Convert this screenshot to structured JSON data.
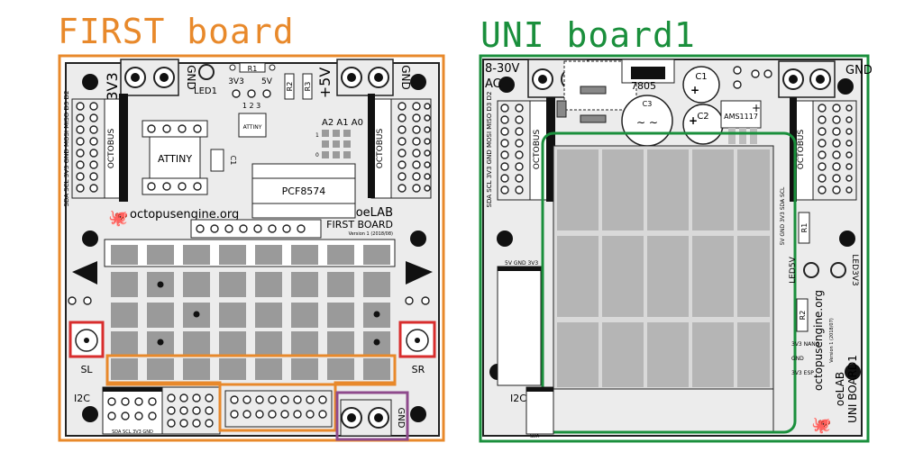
{
  "first": {
    "title": "FIRST board",
    "title_color": "#e8892b",
    "labels": {
      "v3v3": "3V3",
      "gnd_top": "GND",
      "led1": "LED1",
      "r1": "R1",
      "jp_3v3": "3V3",
      "jp_5v": "5V",
      "jp_nums": "1 2 3",
      "attiny_small": "ATTINY",
      "r2": "R2",
      "r3": "R3",
      "v5": "+5V",
      "gnd_right": "GND",
      "addr": "A2 A1 A0",
      "one": "1",
      "zero": "0",
      "octobus": "OCTOBUS",
      "attiny": "ATTINY",
      "c1": "C1",
      "chip": "PCF8574",
      "url": "octopusengine.org",
      "oelab": "oeLAB",
      "first_board": "FIRST BOARD",
      "version": "Version 1 (2018/08)",
      "sl": "SL",
      "sr": "SR",
      "i2c": "I2C",
      "gnd_bottom": "GND",
      "bottom_pins": "SDA SCL 3V3 GND",
      "left_pins": [
        "SDA",
        "SCL",
        "3V3",
        "GND",
        "MOSI",
        "MISO",
        "D3",
        "D2"
      ]
    }
  },
  "uni": {
    "title": "UNI board1",
    "title_color": "#1a8f3c",
    "labels": {
      "v830": "8-30V",
      "ac": "AC",
      "reg": "7805",
      "c1": "C1",
      "c2": "C2",
      "c3": "C3",
      "ams": "AMS1117",
      "gnd": "GND",
      "octobus": "OCTOBUS",
      "led5v": "LED5V",
      "led3v3": "LED3V3",
      "r1": "R1",
      "r2": "R2",
      "url": "octopusengine.org",
      "oelab": "oeLAB",
      "uni": "UNI BOARD1",
      "version": "Version 1 (2018/07)",
      "pwr_cols": "5V GND 3V3",
      "i2c": "I2C",
      "v3_nano": "3V3 NANO",
      "gnd_side": "GND",
      "v3_esp": "3V3 ESP",
      "sda": "SDA",
      "left_pins": [
        "SDA",
        "SCL",
        "3V3",
        "GND",
        "MOSI",
        "MISO",
        "D3",
        "D2"
      ]
    }
  },
  "colors": {
    "orange": "#e8892b",
    "green": "#1a8f3c",
    "red": "#d82d2d",
    "purple": "#8e4a8c",
    "board": "#ececec",
    "ink": "#111111"
  }
}
